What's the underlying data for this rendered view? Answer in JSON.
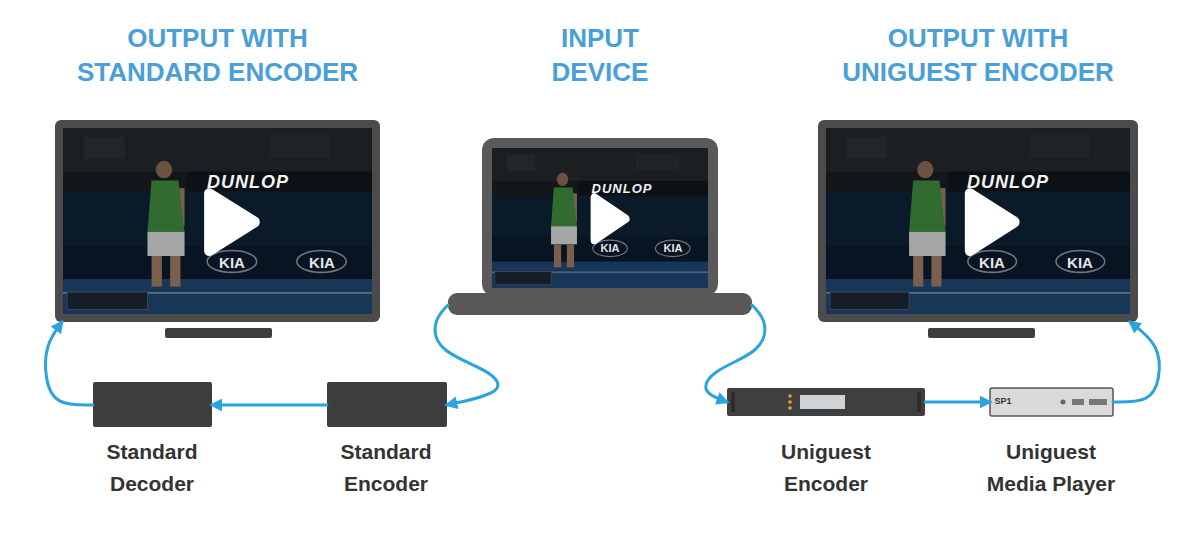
{
  "diagram": {
    "nodes": [
      {
        "text": [
          "OUTPUT WITH STANDARD ENCODER"
        ]
      },
      {
        "text": [
          "INPUT DEVICE"
        ]
      },
      {
        "text": [
          "OUTPUT WITH UNIGUEST ENCODER"
        ]
      },
      {
        "text": [
          "Standard Decoder"
        ]
      },
      {
        "text": [
          "Standard Encoder"
        ]
      },
      {
        "text": [
          "Uniguest Encoder"
        ]
      },
      {
        "text": [
          "Uniguest Media Player"
        ]
      }
    ],
    "edges": [
      {
        "from": 1,
        "to": 4,
        "arrow": "to"
      },
      {
        "from": 4,
        "to": 3,
        "arrow": "to"
      },
      {
        "from": 3,
        "to": 0,
        "arrow": "to"
      },
      {
        "from": 1,
        "to": 5,
        "arrow": "to"
      },
      {
        "from": 5,
        "to": 6,
        "arrow": "to"
      },
      {
        "from": 6,
        "to": 2,
        "arrow": "to"
      }
    ],
    "labels": [
      "DUNLOP",
      "KIA",
      "KIA",
      "DUNLOP",
      "KIA",
      "KIA",
      "DUNLOP",
      "KIA",
      "KIA",
      "SP1"
    ]
  }
}
